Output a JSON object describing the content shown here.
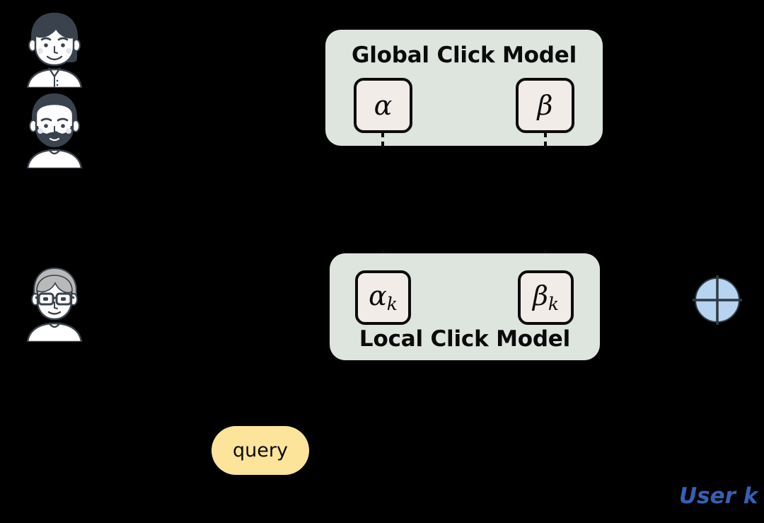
{
  "diagram": {
    "title": "Global and Local Click Model diagram",
    "background_color": "#000000"
  },
  "global_model": {
    "title": "Global Click Model",
    "box_color": "#dee4de",
    "params": [
      {
        "name": "alpha-parameter",
        "symbol": "α",
        "subscript": ""
      },
      {
        "name": "beta-parameter",
        "symbol": "β",
        "subscript": ""
      }
    ]
  },
  "local_model": {
    "title": "Local Click Model",
    "box_color": "#dee4de",
    "params": [
      {
        "name": "alpha-k-parameter",
        "symbol": "α",
        "subscript": "k"
      },
      {
        "name": "beta-k-parameter",
        "symbol": "β",
        "subscript": "k"
      }
    ]
  },
  "query": {
    "label": "query",
    "pill_color": "#fce49a"
  },
  "user_caption": {
    "label": "User k",
    "color": "#3660b4"
  },
  "marker": {
    "name": "crosshair-circle-icon",
    "fill_color": "#b6d3ef",
    "stroke_color": "#2f3a44"
  },
  "avatars": [
    {
      "name": "avatar-woman-ponytail",
      "hair_color": "#3a434d",
      "skin_color": "#ffffff"
    },
    {
      "name": "avatar-man-beard",
      "hair_color": "#3a434d",
      "skin_color": "#ffffff"
    },
    {
      "name": "avatar-man-glasses",
      "hair_color": "#b9b9b9",
      "skin_color": "#ffffff"
    }
  ],
  "connectors": {
    "style": "dashed",
    "color": "#0b0b0b",
    "direction": "global-to-local"
  }
}
